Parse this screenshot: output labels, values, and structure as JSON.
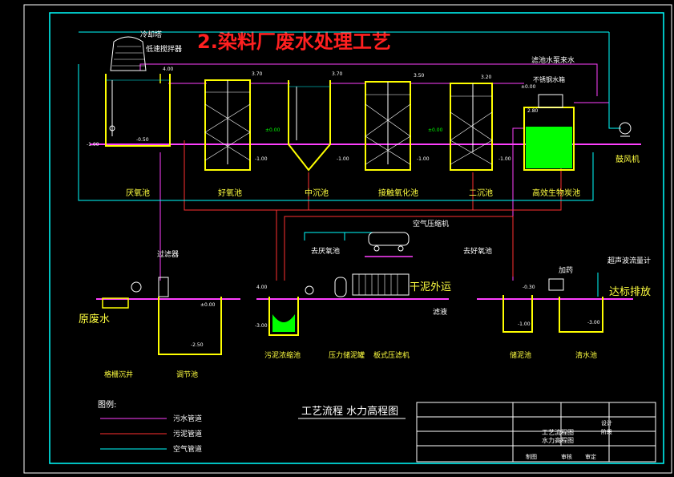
{
  "title": "2.染料厂废水处理工艺",
  "units": {
    "cooling_tower": "冷却塔",
    "cooling_tower_sub": "低速搅拌器",
    "anaerobic": "厌氧池",
    "aerobic": "好氧池",
    "mid_settle": "中沉池",
    "contact_oxid": "接触氧化池",
    "secondary_settle": "二沉池",
    "bio_carbon": "高效生物炭池",
    "blower": "鼓风机",
    "backwash_pump": "滤池水泵来水",
    "no_contact_water": "不锈钢水箱",
    "air_compressor": "空气压缩机",
    "to_anaerobic": "去厌氧池",
    "to_aerobic": "去好氧池",
    "filter": "过滤器",
    "raw_water": "原废水",
    "sludge_cake": "干泥外运",
    "filtrate": "滤液",
    "outfall": "达标排放",
    "dosing": "加药",
    "flowmeter": "超声波流量计",
    "grid_well": "格栅沉井",
    "regulating": "调节池",
    "sludge_thickener": "污泥浓缩池",
    "sludge_pump": "泵",
    "filter_press_tank": "压力储泥罐",
    "belt_press": "板式压滤机",
    "filter_tank": "储泥池",
    "clear_well": "清水池"
  },
  "legend": {
    "title": "图例:",
    "items": [
      {
        "label": "污水管道",
        "color": "#ff40ff"
      },
      {
        "label": "污泥管道",
        "color": "#ff3030"
      },
      {
        "label": "空气管道",
        "color": "#00ffff"
      }
    ]
  },
  "drawing_title": "工艺流程 水力高程图",
  "title_block": {
    "name1": "工艺流程图",
    "name2": "水力高程图",
    "design": "设计",
    "stage": "阶段",
    "row_bottom": [
      "制图",
      "审核",
      "审定"
    ]
  },
  "elevations": {
    "e1": "4.00",
    "e2": "-0.50",
    "e3": "±0.00",
    "e4": "3.70",
    "e5": "-1.00",
    "e6": "3.70",
    "e7": "-1.00",
    "e8": "3.50",
    "e9": "-1.00",
    "e10": "3.20",
    "e11": "±0.00",
    "e12": "-1.00",
    "e13": "2.80",
    "e14": "4.00",
    "e15": "±0.00",
    "e16": "-3.00",
    "e17": "-3.00",
    "e18": "-0.30",
    "e19": "-1.00",
    "e20": "±0.00",
    "e21": "-2.50",
    "e22": "-1.00"
  },
  "colors": {
    "frame": "#00ffff",
    "tank": "#ffff00",
    "water": "#00ffff",
    "wastewater": "#ff40ff",
    "sludge": "#ff3030",
    "air": "#00ffff",
    "ground": "#ff40ff",
    "equipment": "#ffffff",
    "green": "#00ff00",
    "title_red": "#ff2020",
    "label_yellow": "#ffff40"
  }
}
